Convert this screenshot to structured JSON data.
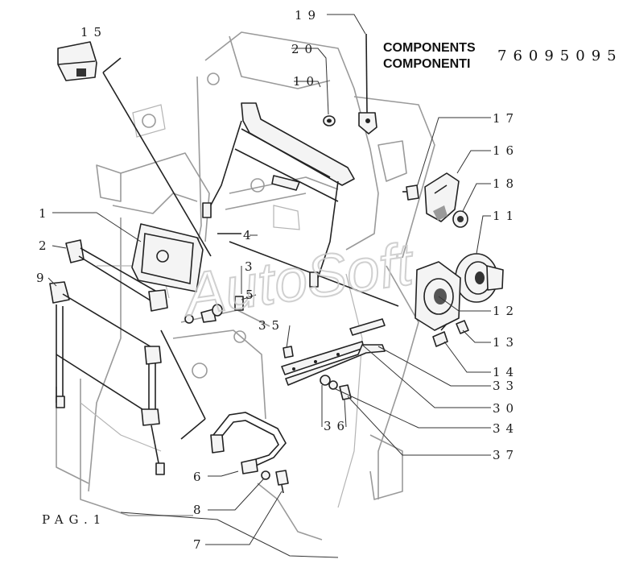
{
  "header": {
    "line1": "COMPONENTS",
    "line2": "COMPONENTI",
    "code": "76095095"
  },
  "watermark": "AutoSoft",
  "footer": {
    "page": "PAG.1"
  },
  "callouts": [
    {
      "id": "c19",
      "text": "19"
    },
    {
      "id": "c20",
      "text": "20"
    },
    {
      "id": "c15",
      "text": "15"
    },
    {
      "id": "c10",
      "text": "10"
    },
    {
      "id": "c17",
      "text": "17"
    },
    {
      "id": "c16",
      "text": "16"
    },
    {
      "id": "c18",
      "text": "18"
    },
    {
      "id": "c11",
      "text": "11"
    },
    {
      "id": "c1",
      "text": "1"
    },
    {
      "id": "c2",
      "text": "2"
    },
    {
      "id": "c4",
      "text": "4"
    },
    {
      "id": "c9",
      "text": "9"
    },
    {
      "id": "c3",
      "text": "3"
    },
    {
      "id": "c12",
      "text": "12"
    },
    {
      "id": "c5",
      "text": "5"
    },
    {
      "id": "c35",
      "text": "35"
    },
    {
      "id": "c13",
      "text": "13"
    },
    {
      "id": "c14",
      "text": "14"
    },
    {
      "id": "c33",
      "text": "33"
    },
    {
      "id": "c30",
      "text": "30"
    },
    {
      "id": "c34",
      "text": "34"
    },
    {
      "id": "c36",
      "text": "36"
    },
    {
      "id": "c37",
      "text": "37"
    },
    {
      "id": "c6",
      "text": "6"
    },
    {
      "id": "c8",
      "text": "8"
    },
    {
      "id": "c7",
      "text": "7"
    }
  ]
}
